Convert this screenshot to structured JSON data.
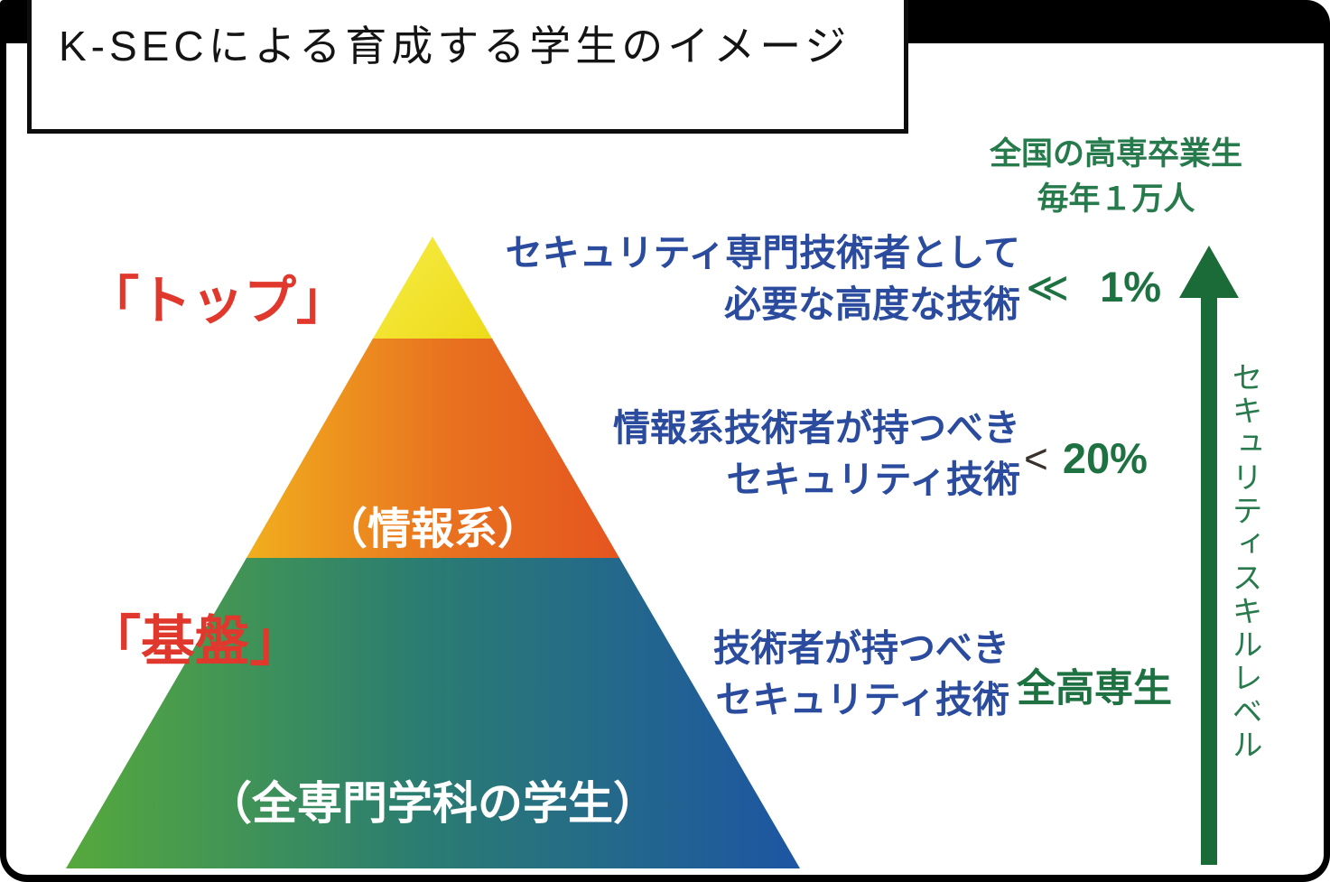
{
  "title_box": {
    "title": "K-SECによる育成する学生のイメージ"
  },
  "top_right_note": {
    "line1": "全国の高専卒業生",
    "line2": "毎年１万人"
  },
  "pyramid": {
    "levels": [
      {
        "name": "top",
        "side_label": "「トップ」",
        "description_line1": "セキュリティ専門技術者として",
        "description_line2": "必要な高度な技術",
        "ratio_symbol": "≪",
        "ratio_value": "1%"
      },
      {
        "name": "middle",
        "band_label": "（情報系）",
        "description_line1": "情報系技術者が持つべき",
        "description_line2": "セキュリティ技術",
        "ratio_symbol": "<",
        "ratio_value": "20%"
      },
      {
        "name": "base",
        "side_label": "「基盤」",
        "band_label": "（全専門学科の学生）",
        "description_line1": "技術者が持つべき",
        "description_line2": "セキュリティ技術",
        "ratio_value": "全高専生"
      }
    ]
  },
  "axis": {
    "label": "セキュリティスキルレベル"
  },
  "colors": {
    "red_label": "#e1382d",
    "blue_text": "#2b4c9e",
    "green_text": "#1e7141",
    "green_note": "#267a4b",
    "arrow_green": "#1b6b38",
    "band_top_yellow": "#f0e32c",
    "band_mid_orange_left": "#f1ae1e",
    "band_mid_orange_right": "#e5551f",
    "band_base_green_left": "#56a93c",
    "band_base_blue_right": "#1d55a3"
  }
}
